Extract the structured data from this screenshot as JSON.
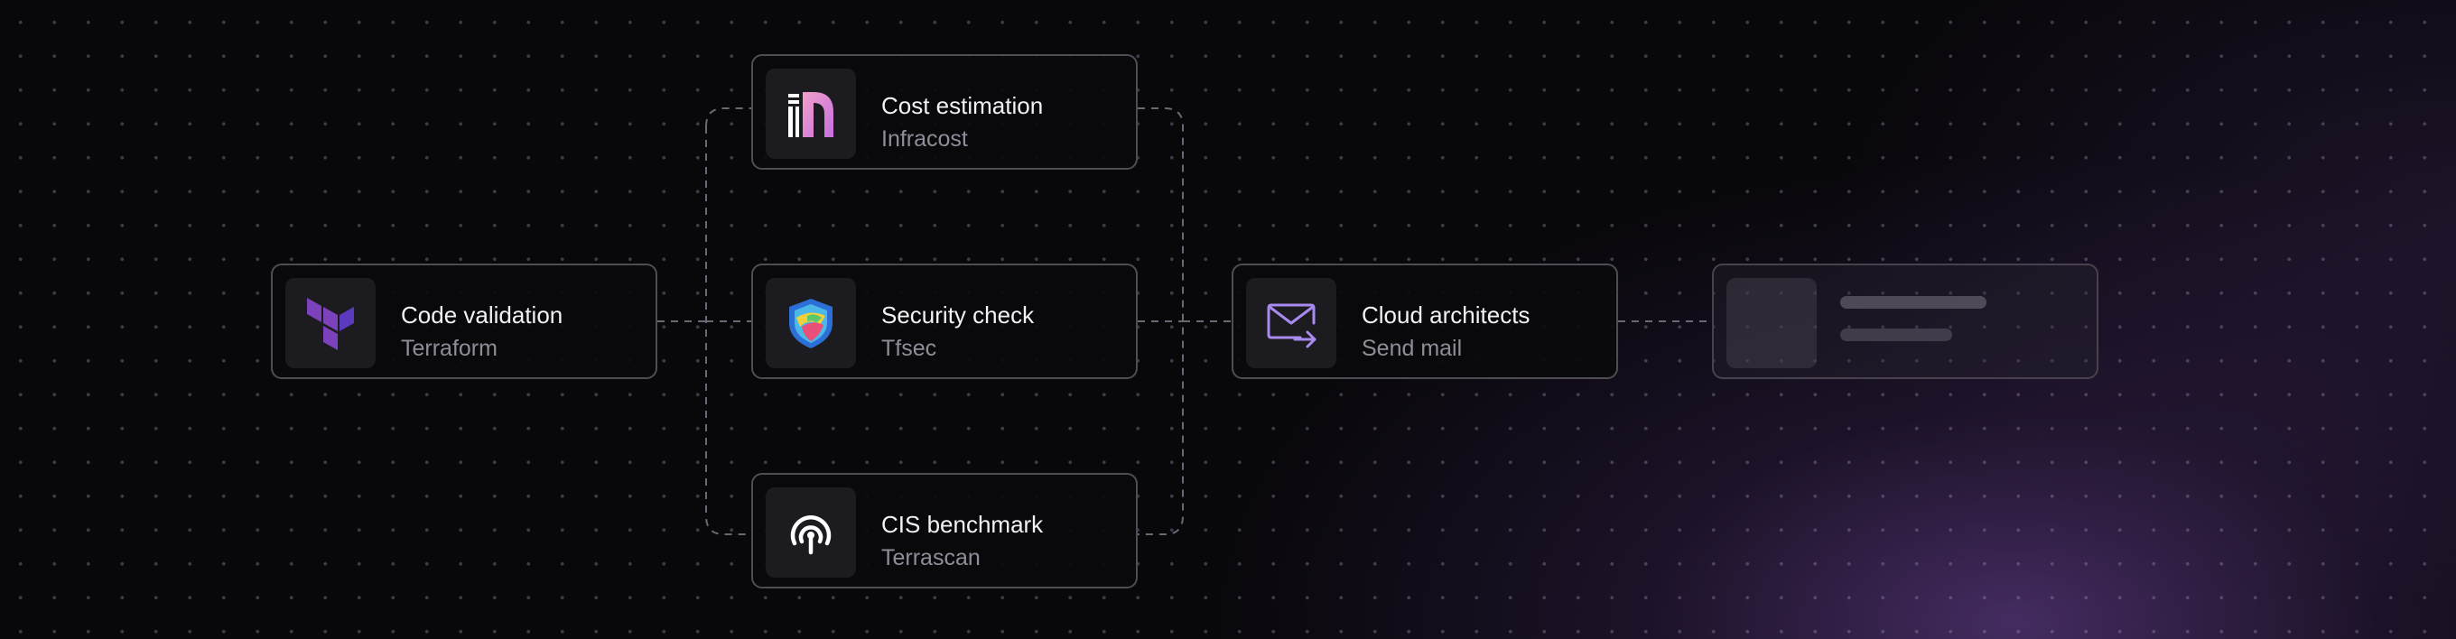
{
  "nodes": [
    {
      "id": "code-validation",
      "title": "Code validation",
      "subtitle": "Terraform",
      "icon": "terraform-icon"
    },
    {
      "id": "cost-estimation",
      "title": "Cost estimation",
      "subtitle": "Infracost",
      "icon": "infracost-icon"
    },
    {
      "id": "security-check",
      "title": "Security check",
      "subtitle": "Tfsec",
      "icon": "tfsec-shield-icon"
    },
    {
      "id": "cis-benchmark",
      "title": "CIS benchmark",
      "subtitle": "Terrascan",
      "icon": "terrascan-icon"
    },
    {
      "id": "cloud-architects",
      "title": "Cloud architects",
      "subtitle": "Send mail",
      "icon": "send-mail-icon"
    }
  ],
  "placeholder_node": {
    "icon": "placeholder-icon"
  },
  "colors": {
    "background": "#08070a",
    "card_border": "#4e4c55",
    "title_text": "#f2f2f5",
    "subtitle_text": "#8f8d98",
    "terraform_purple": "#7b42bc",
    "mail_accent": "#a98bf0",
    "glow": "#764aa8"
  }
}
